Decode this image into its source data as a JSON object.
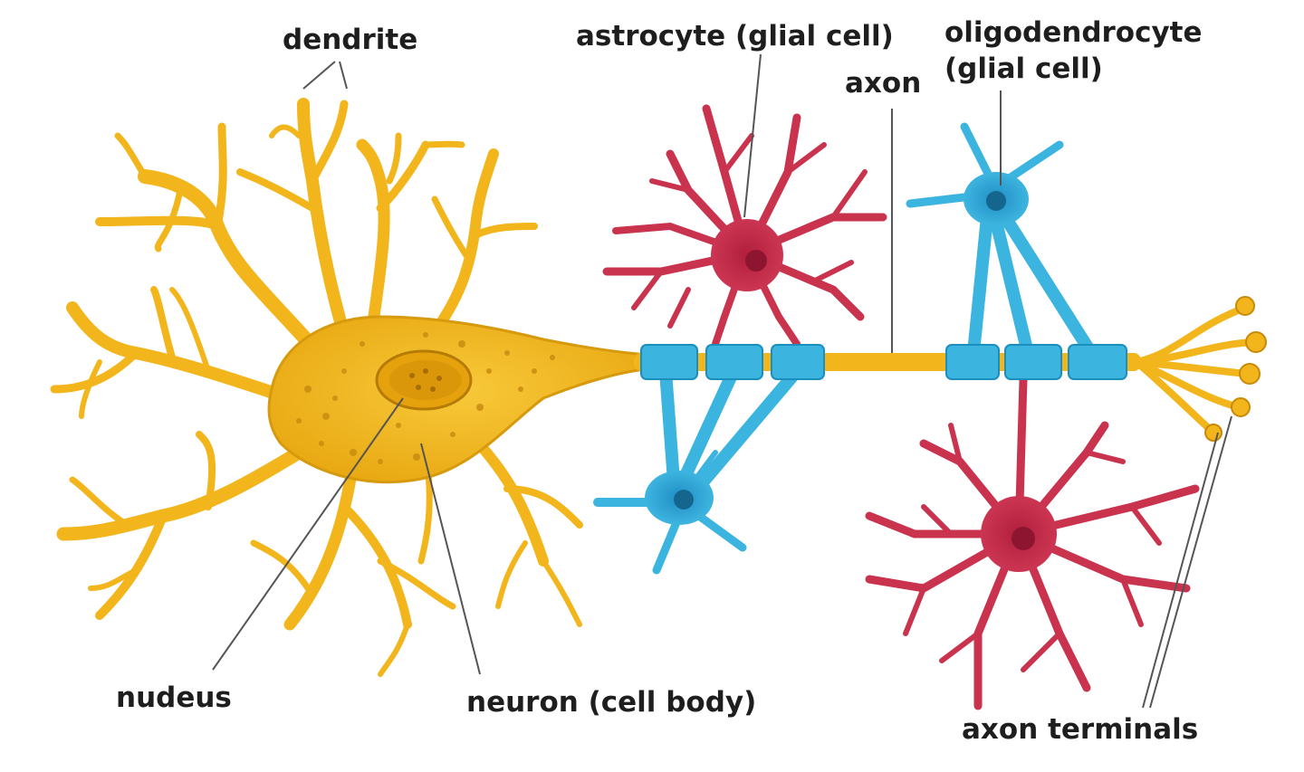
{
  "labels": {
    "dendrite": "dendrite",
    "astrocyte": "astrocyte (glial cell)",
    "oligodendrocyte_line1": "oligodendrocyte",
    "oligodendrocyte_line2": "(glial cell)",
    "axon": "axon",
    "nucleus": "nudeus",
    "neuron_body": "neuron (cell body)",
    "axon_terminals": "axon terminals"
  },
  "colors": {
    "neuron": "#f2b51c",
    "neuron_outline": "#c88a08",
    "neuron_dots": "#c98d10",
    "myelin": "#3bb4e0",
    "myelin_outline": "#1a8fbe",
    "astrocyte": "#c9334e",
    "astrocyte_outline": "#9c2038",
    "leader_line": "#555555",
    "text": "#1e1e1e"
  }
}
